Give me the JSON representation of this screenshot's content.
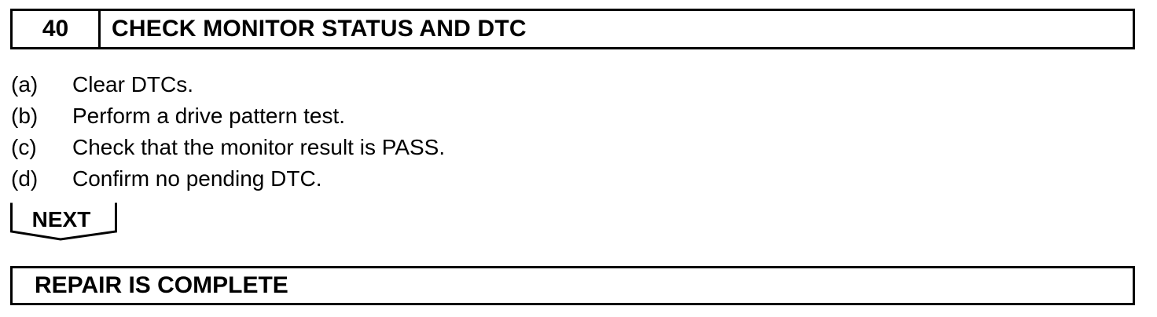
{
  "step": {
    "number": "40",
    "title": "CHECK MONITOR STATUS AND DTC"
  },
  "instructions": [
    {
      "letter": "(a)",
      "text": "Clear DTCs."
    },
    {
      "letter": "(b)",
      "text": "Perform a drive pattern test."
    },
    {
      "letter": "(c)",
      "text": "Check that the monitor result is PASS."
    },
    {
      "letter": "(d)",
      "text": "Confirm no pending DTC."
    }
  ],
  "next": {
    "label": "NEXT"
  },
  "result": {
    "label": "REPAIR IS COMPLETE"
  }
}
